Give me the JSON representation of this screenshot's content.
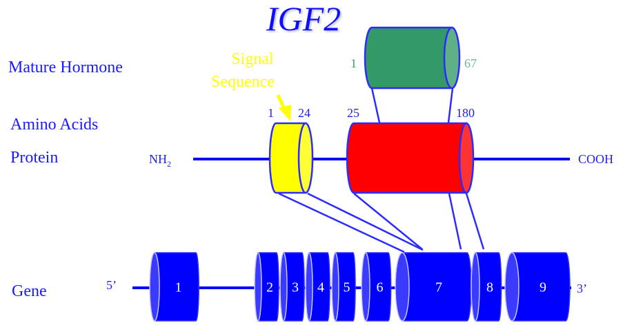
{
  "title": "IGF2",
  "row_labels": {
    "mature_hormone": "Mature Hormone",
    "amino_acids": "Amino Acids",
    "protein": "Protein",
    "gene": "Gene"
  },
  "signal_sequence": {
    "line1": "Signal",
    "line2": "Sequence",
    "start": "1",
    "end": "24"
  },
  "protein_terminals": {
    "n_term": "NH",
    "n_term_sub": "2",
    "c_term": "COOH"
  },
  "prohormone": {
    "start": "25",
    "end": "180"
  },
  "mature_hormone": {
    "start": "1",
    "end": "67"
  },
  "gene": {
    "five_prime": "5’",
    "three_prime": "3’",
    "exons": [
      "1",
      "2",
      "3",
      "4",
      "5",
      "6",
      "7",
      "8",
      "9"
    ]
  },
  "colors": {
    "blue": "#0000ff",
    "signal_yellow": "#ffff00",
    "prohormone_red": "#ff0000",
    "hormone_green": "#339966"
  }
}
